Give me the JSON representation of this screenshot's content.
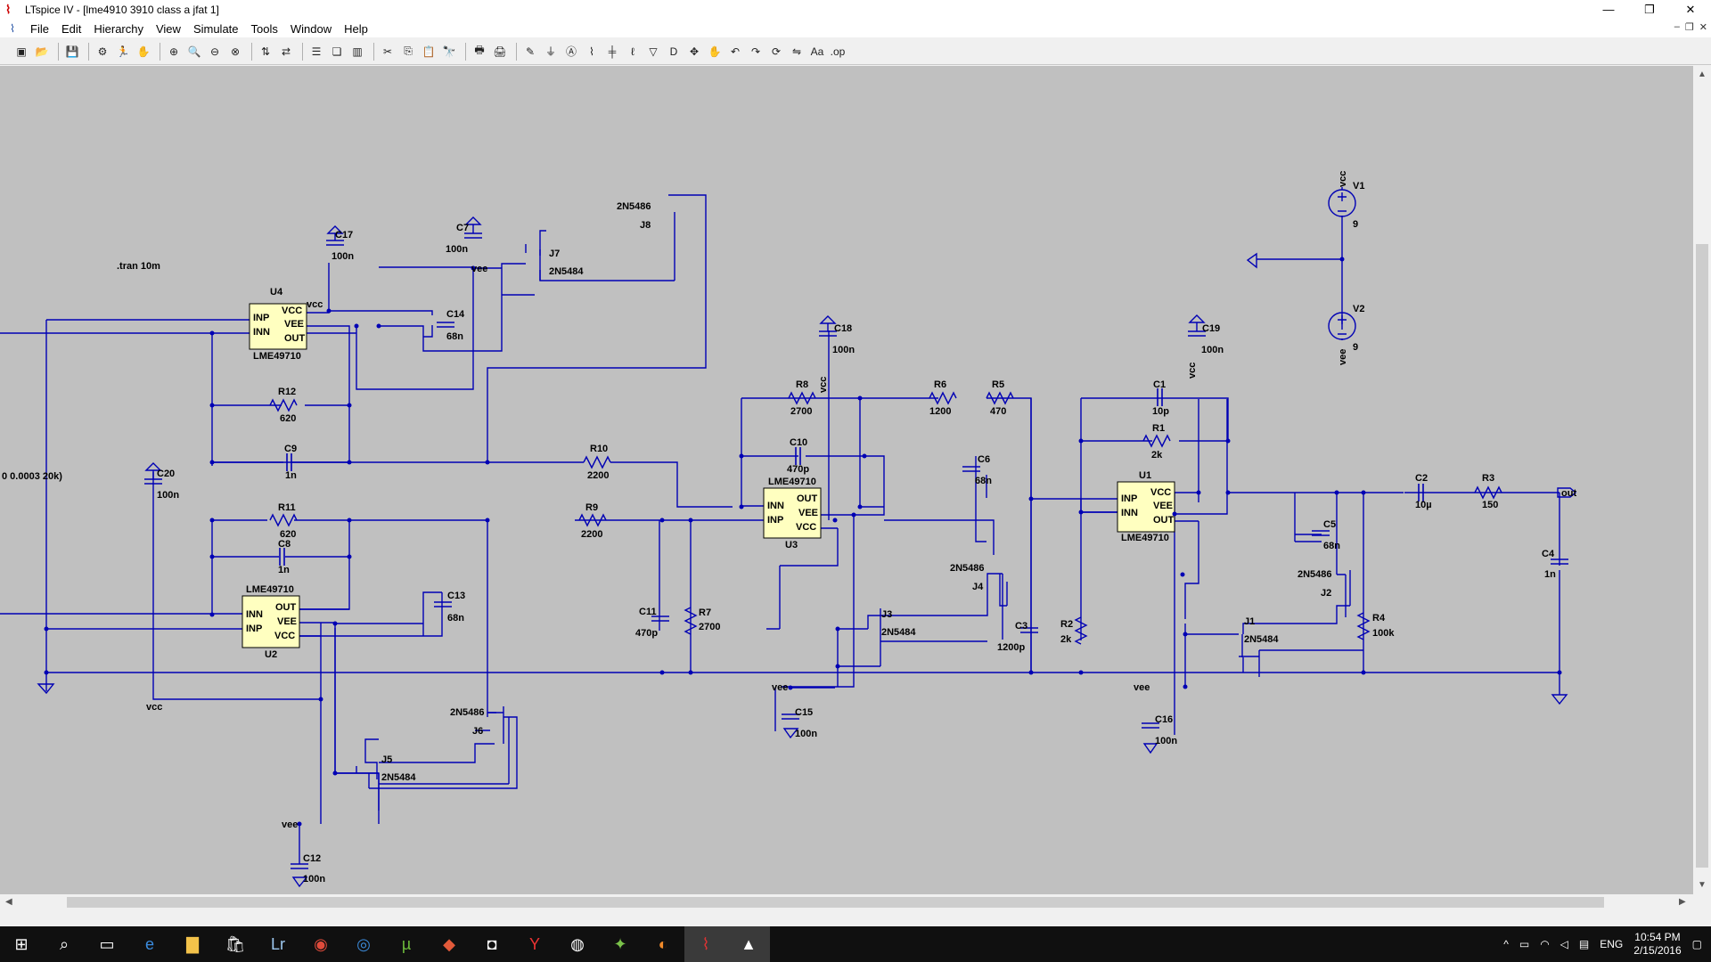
{
  "window": {
    "title": "LTspice IV - [lme4910 3910 class a jfat 1]",
    "buttons": {
      "minimize": "—",
      "maximize": "❐",
      "close": "✕"
    }
  },
  "menu": {
    "items": [
      "File",
      "Edit",
      "Hierarchy",
      "View",
      "Simulate",
      "Tools",
      "Window",
      "Help"
    ],
    "mdi": {
      "minimize": "–",
      "restore": "❐",
      "close": "✕"
    }
  },
  "toolbar": {
    "buttons": [
      {
        "name": "new-schematic",
        "glyph": "▣"
      },
      {
        "name": "open",
        "glyph": "📂"
      },
      {
        "sep": true
      },
      {
        "name": "save",
        "glyph": "💾"
      },
      {
        "sep": true
      },
      {
        "name": "control-panel",
        "glyph": "⚙"
      },
      {
        "name": "run",
        "glyph": "🏃"
      },
      {
        "name": "halt",
        "glyph": "✋"
      },
      {
        "sep": true
      },
      {
        "name": "zoom-in",
        "glyph": "⊕"
      },
      {
        "name": "zoom-area",
        "glyph": "🔍"
      },
      {
        "name": "zoom-out",
        "glyph": "⊖"
      },
      {
        "name": "zoom-fit",
        "glyph": "⊗"
      },
      {
        "sep": true
      },
      {
        "name": "autorange",
        "glyph": "⇅"
      },
      {
        "name": "pan",
        "glyph": "⇄"
      },
      {
        "sep": true
      },
      {
        "name": "tile-horizontal",
        "glyph": "☰"
      },
      {
        "name": "cascade",
        "glyph": "❏"
      },
      {
        "name": "tile-vertical",
        "glyph": "▥"
      },
      {
        "sep": true
      },
      {
        "name": "cut",
        "glyph": "✂"
      },
      {
        "name": "copy",
        "glyph": "⎘"
      },
      {
        "name": "paste",
        "glyph": "📋"
      },
      {
        "name": "find",
        "glyph": "🔭"
      },
      {
        "sep": true
      },
      {
        "name": "print",
        "glyph": "🖶"
      },
      {
        "name": "print-setup",
        "glyph": "🖨"
      },
      {
        "sep": true
      },
      {
        "name": "draw-wire",
        "glyph": "✎"
      },
      {
        "name": "ground",
        "glyph": "⏚"
      },
      {
        "name": "label-net",
        "glyph": "Ⓐ"
      },
      {
        "name": "resistor",
        "glyph": "⌇"
      },
      {
        "name": "capacitor",
        "glyph": "╪"
      },
      {
        "name": "inductor",
        "glyph": "ℓ"
      },
      {
        "name": "diode",
        "glyph": "▽"
      },
      {
        "name": "component",
        "glyph": "D"
      },
      {
        "name": "move",
        "glyph": "✥"
      },
      {
        "name": "drag",
        "glyph": "✋"
      },
      {
        "name": "undo",
        "glyph": "↶"
      },
      {
        "name": "redo",
        "glyph": "↷"
      },
      {
        "name": "rotate",
        "glyph": "⟳"
      },
      {
        "name": "mirror",
        "glyph": "⇋"
      },
      {
        "name": "text",
        "glyph": "Aa"
      },
      {
        "name": "spice-directive",
        "glyph": ".op"
      }
    ]
  },
  "schematic": {
    "directive": ".tran 10m",
    "source_fragment": "0 0.0003 20k)",
    "opamps": [
      {
        "ref": "U4",
        "model": "LME49710",
        "pins": [
          "INP",
          "INN",
          "VCC",
          "VEE",
          "OUT"
        ]
      },
      {
        "ref": "U2",
        "model": "LME49710",
        "pins": [
          "INN",
          "INP",
          "OUT",
          "VEE",
          "VCC"
        ]
      },
      {
        "ref": "U3",
        "model": "LME49710",
        "pins": [
          "INN",
          "INP",
          "OUT",
          "VEE",
          "VCC"
        ]
      },
      {
        "ref": "U1",
        "model": "LME49710",
        "pins": [
          "INP",
          "INN",
          "VCC",
          "VEE",
          "OUT"
        ]
      }
    ],
    "resistors": [
      {
        "ref": "R12",
        "value": "620"
      },
      {
        "ref": "R11",
        "value": "620"
      },
      {
        "ref": "R10",
        "value": "2200"
      },
      {
        "ref": "R9",
        "value": "2200"
      },
      {
        "ref": "R8",
        "value": "2700"
      },
      {
        "ref": "R7",
        "value": "2700"
      },
      {
        "ref": "R6",
        "value": "1200"
      },
      {
        "ref": "R5",
        "value": "470"
      },
      {
        "ref": "R1",
        "value": "2k"
      },
      {
        "ref": "R2",
        "value": "2k"
      },
      {
        "ref": "R3",
        "value": "150"
      },
      {
        "ref": "R4",
        "value": "100k"
      }
    ],
    "capacitors": [
      {
        "ref": "C17",
        "value": "100n"
      },
      {
        "ref": "C7",
        "value": "100n"
      },
      {
        "ref": "C14",
        "value": "68n"
      },
      {
        "ref": "C9",
        "value": "1n"
      },
      {
        "ref": "C20",
        "value": "100n"
      },
      {
        "ref": "C8",
        "value": "1n"
      },
      {
        "ref": "C13",
        "value": "68n"
      },
      {
        "ref": "C18",
        "value": "100n"
      },
      {
        "ref": "C10",
        "value": "470p"
      },
      {
        "ref": "C6",
        "value": "68n"
      },
      {
        "ref": "C11",
        "value": "470p"
      },
      {
        "ref": "C3",
        "value": "1200p"
      },
      {
        "ref": "C15",
        "value": "100n"
      },
      {
        "ref": "C19",
        "value": "100n"
      },
      {
        "ref": "C1",
        "value": "10p"
      },
      {
        "ref": "C5",
        "value": "68n"
      },
      {
        "ref": "C16",
        "value": "100n"
      },
      {
        "ref": "C2",
        "value": "10µ"
      },
      {
        "ref": "C4",
        "value": "1n"
      },
      {
        "ref": "C12",
        "value": "100n"
      }
    ],
    "jfets": [
      {
        "ref": "J8",
        "model": "2N5486"
      },
      {
        "ref": "J7",
        "model": "2N5484"
      },
      {
        "ref": "J6",
        "model": "2N5486"
      },
      {
        "ref": "J5",
        "model": "2N5484"
      },
      {
        "ref": "J4",
        "model": "2N5486"
      },
      {
        "ref": "J3",
        "model": "2N5484"
      },
      {
        "ref": "J2",
        "model": "2N5486"
      },
      {
        "ref": "J1",
        "model": "2N5484"
      }
    ],
    "sources": [
      {
        "ref": "V1",
        "value": "9"
      },
      {
        "ref": "V2",
        "value": "9"
      }
    ],
    "nets": {
      "vcc": "vcc",
      "vee": "vee",
      "out": "out"
    }
  },
  "taskbar": {
    "items": [
      "start",
      "search",
      "task-view",
      "edge",
      "explorer",
      "store",
      "lightroom",
      "chrome",
      "intel",
      "utorrent",
      "app-red",
      "app-black",
      "app-y",
      "app-camera",
      "app-colors",
      "app-orange",
      "ltspice",
      "photos"
    ],
    "tray": {
      "lang": "ENG",
      "time": "10:54 PM",
      "date": "2/15/2016"
    }
  }
}
